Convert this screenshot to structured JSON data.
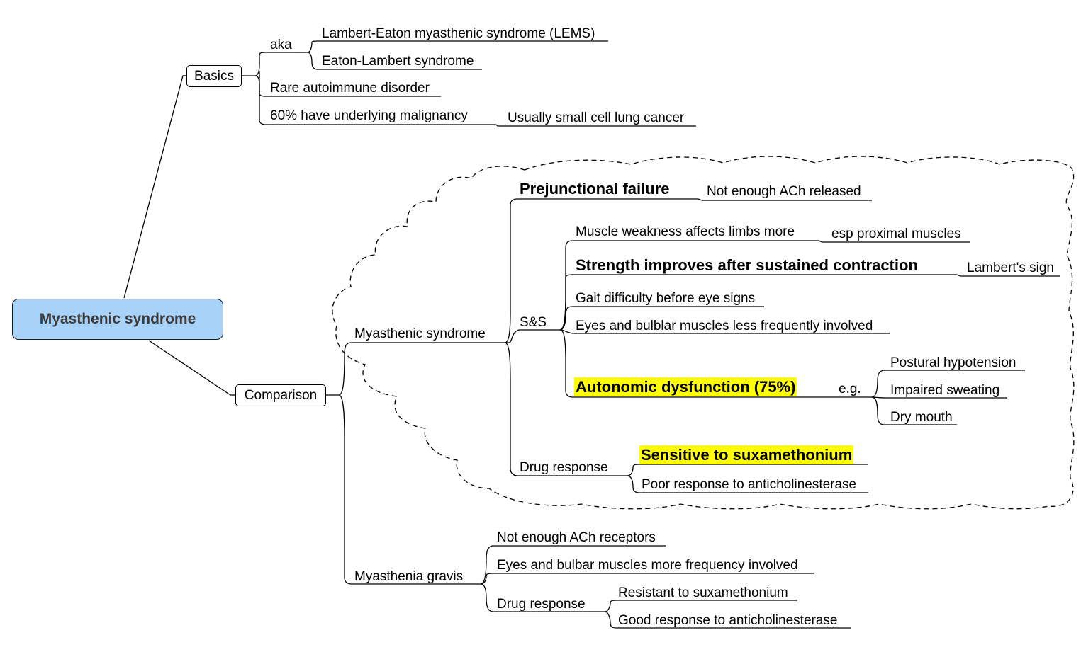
{
  "root": "Myasthenic syndrome",
  "basics": {
    "label": "Basics",
    "aka": "aka",
    "aka_items": [
      "Lambert-Eaton myasthenic syndrome (LEMS)",
      "Eaton-Lambert syndrome"
    ],
    "rare": "Rare autoimmune disorder",
    "malignancy": "60% have underlying malignancy",
    "malignancy_detail": "Usually small cell lung cancer"
  },
  "comparison": {
    "label": "Comparison",
    "myasthenic": {
      "label": "Myasthenic syndrome",
      "prejunctional": "Prejunctional failure",
      "prejunctional_detail": "Not enough ACh released",
      "ss": {
        "label": "S&S",
        "limbs": "Muscle weakness affects limbs more",
        "limbs_detail": "esp proximal muscles",
        "strength": "Strength improves after sustained contraction",
        "strength_detail": "Lambert's sign",
        "gait": "Gait difficulty before eye signs",
        "eyes": "Eyes and bulblar muscles less frequently involved",
        "autonomic": "Autonomic dysfunction (75%)",
        "eg": "e.g.",
        "examples": [
          "Postural hypotension",
          "Impaired sweating",
          "Dry mouth"
        ]
      },
      "drug": {
        "label": "Drug response",
        "items": [
          "Sensitive to suxamethonium",
          "Poor response to anticholinesterase"
        ]
      }
    },
    "gravis": {
      "label": "Myasthenia gravis",
      "receptors": "Not enough ACh receptors",
      "eyes": "Eyes and bulbar muscles more frequency involved",
      "drug": {
        "label": "Drug response",
        "items": [
          "Resistant to suxamethonium",
          "Good response to anticholinesterase"
        ]
      }
    }
  },
  "colors": {
    "root_fill": "#a8d2f8",
    "highlight": "#ffff00",
    "line": "#000000"
  }
}
